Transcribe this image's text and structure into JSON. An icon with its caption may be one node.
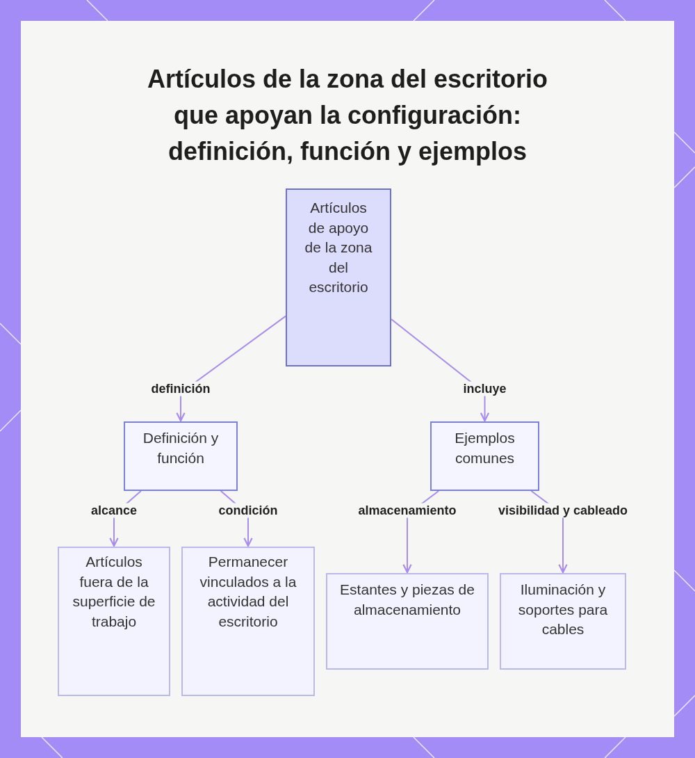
{
  "diagram": {
    "title": "Artículos de la zona del escritorio que apoyan la configuración: definición, función y ejemplos",
    "nodes": [
      {
        "text": [
          "Artículos de apoyo de la zona del escritorio"
        ]
      },
      {
        "text": [
          "Definición y función"
        ]
      },
      {
        "text": [
          "Ejemplos comunes"
        ]
      },
      {
        "text": [
          "Artículos fuera de la superficie de trabajo"
        ]
      },
      {
        "text": [
          "Permanecer vinculados a la actividad del escritorio"
        ]
      },
      {
        "text": [
          "Estantes y piezas de almacenamiento"
        ]
      },
      {
        "text": [
          "Iluminación y soportes para cables"
        ]
      }
    ],
    "edges": [
      {
        "from": 0,
        "to": 1,
        "arrow": "to",
        "label": "definición"
      },
      {
        "from": 0,
        "to": 2,
        "arrow": "to",
        "label": "incluye"
      },
      {
        "from": 1,
        "to": 3,
        "arrow": "to",
        "label": "alcance"
      },
      {
        "from": 1,
        "to": 4,
        "arrow": "to",
        "label": "condición"
      },
      {
        "from": 2,
        "to": 5,
        "arrow": "to",
        "label": "almacenamiento"
      },
      {
        "from": 2,
        "to": 6,
        "arrow": "to",
        "label": "visibilidad y cableado"
      }
    ]
  }
}
